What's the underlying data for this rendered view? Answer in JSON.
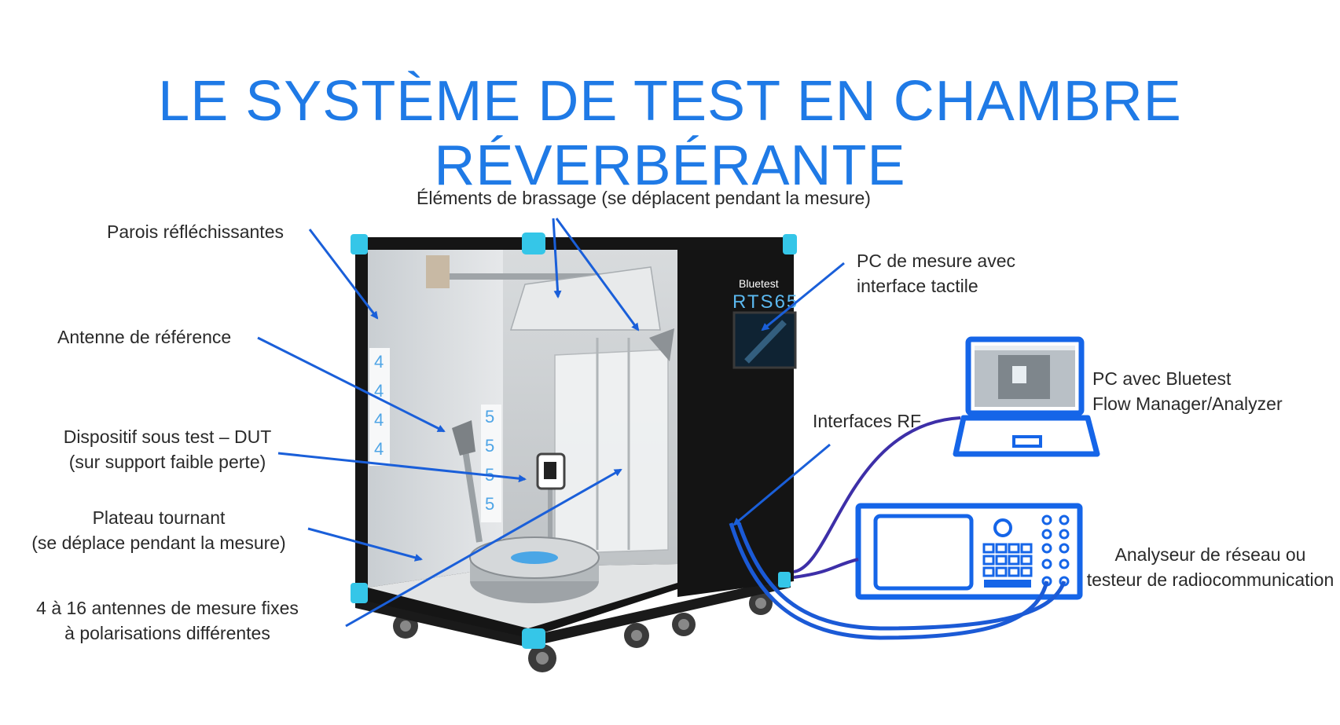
{
  "title": "LE SYSTÈME DE TEST EN CHAMBRE RÉVERBÉRANTE",
  "labels": {
    "brassage": "Éléments de brassage (se déplacent pendant la mesure)",
    "parois": "Parois réfléchissantes",
    "antenne_ref": "Antenne de référence",
    "dut_line1": "Dispositif sous test – DUT",
    "dut_line2": "(sur support faible perte)",
    "plateau_line1": "Plateau tournant",
    "plateau_line2": "(se déplace pendant la mesure)",
    "antennes_line1": "4 à 16 antennes de mesure fixes",
    "antennes_line2": "à polarisations différentes",
    "pc_mesure_line1": "PC de mesure avec",
    "pc_mesure_line2": "interface tactile",
    "pc_bluetest_line1": "PC avec Bluetest",
    "pc_bluetest_line2": "Flow Manager/Analyzer",
    "interfaces_rf": "Interfaces RF",
    "analyseur_line1": "Analyseur de réseau ou",
    "analyseur_line2": "testeur de radiocommunication"
  },
  "chamber": {
    "brand": "Bluetest",
    "model": "RTS65",
    "antenna_tags": [
      "4",
      "4",
      "4",
      "4",
      "5",
      "5",
      "5",
      "5"
    ]
  },
  "colors": {
    "title": "#1f7ae6",
    "arrow": "#1a5fd9",
    "device": "#1565e8",
    "corner": "#35c6e8",
    "cable": "#3d2fa8"
  }
}
